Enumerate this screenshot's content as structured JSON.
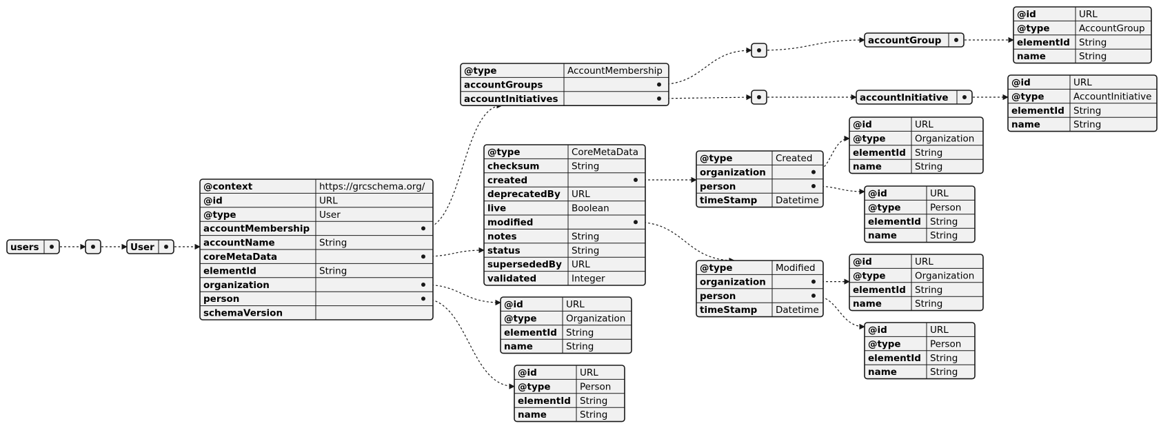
{
  "nodes": {
    "users": {
      "label": "users"
    },
    "array": {
      "label": ""
    },
    "user": {
      "label": "User"
    },
    "user_table": {
      "rows": [
        {
          "key": "@context",
          "value": "https://grcschema.org/"
        },
        {
          "key": "@id",
          "value": "URL"
        },
        {
          "key": "@type",
          "value": "User"
        },
        {
          "key": "accountMembership",
          "value": ""
        },
        {
          "key": "accountName",
          "value": "String"
        },
        {
          "key": "coreMetaData",
          "value": ""
        },
        {
          "key": "elementId",
          "value": "String"
        },
        {
          "key": "organization",
          "value": ""
        },
        {
          "key": "person",
          "value": ""
        },
        {
          "key": "schemaVersion",
          "value": ""
        }
      ]
    },
    "account_membership": {
      "rows": [
        {
          "key": "@type",
          "value": "AccountMembership"
        },
        {
          "key": "accountGroups",
          "value": ""
        },
        {
          "key": "accountInitiatives",
          "value": ""
        }
      ]
    },
    "groups_array": {
      "label": ""
    },
    "initiatives_array": {
      "label": ""
    },
    "account_group": {
      "label": "accountGroup"
    },
    "account_initiative": {
      "label": "accountInitiative"
    },
    "account_group_table": {
      "rows": [
        {
          "key": "@id",
          "value": "URL"
        },
        {
          "key": "@type",
          "value": "AccountGroup"
        },
        {
          "key": "elementId",
          "value": "String"
        },
        {
          "key": "name",
          "value": "String"
        }
      ]
    },
    "account_initiative_table": {
      "rows": [
        {
          "key": "@id",
          "value": "URL"
        },
        {
          "key": "@type",
          "value": "AccountInitiative"
        },
        {
          "key": "elementId",
          "value": "String"
        },
        {
          "key": "name",
          "value": "String"
        }
      ]
    },
    "core_meta": {
      "rows": [
        {
          "key": "@type",
          "value": "CoreMetaData"
        },
        {
          "key": "checksum",
          "value": "String"
        },
        {
          "key": "created",
          "value": ""
        },
        {
          "key": "deprecatedBy",
          "value": "URL"
        },
        {
          "key": "live",
          "value": "Boolean"
        },
        {
          "key": "modified",
          "value": ""
        },
        {
          "key": "notes",
          "value": "String"
        },
        {
          "key": "status",
          "value": "String"
        },
        {
          "key": "supersededBy",
          "value": "URL"
        },
        {
          "key": "validated",
          "value": "Integer"
        }
      ]
    },
    "created": {
      "rows": [
        {
          "key": "@type",
          "value": "Created"
        },
        {
          "key": "organization",
          "value": ""
        },
        {
          "key": "person",
          "value": ""
        },
        {
          "key": "timeStamp",
          "value": "Datetime"
        }
      ]
    },
    "modified": {
      "rows": [
        {
          "key": "@type",
          "value": "Modified"
        },
        {
          "key": "organization",
          "value": ""
        },
        {
          "key": "person",
          "value": ""
        },
        {
          "key": "timeStamp",
          "value": "Datetime"
        }
      ]
    },
    "created_org": {
      "rows": [
        {
          "key": "@id",
          "value": "URL"
        },
        {
          "key": "@type",
          "value": "Organization"
        },
        {
          "key": "elementId",
          "value": "String"
        },
        {
          "key": "name",
          "value": "String"
        }
      ]
    },
    "created_person": {
      "rows": [
        {
          "key": "@id",
          "value": "URL"
        },
        {
          "key": "@type",
          "value": "Person"
        },
        {
          "key": "elementId",
          "value": "String"
        },
        {
          "key": "name",
          "value": "String"
        }
      ]
    },
    "modified_org": {
      "rows": [
        {
          "key": "@id",
          "value": "URL"
        },
        {
          "key": "@type",
          "value": "Organization"
        },
        {
          "key": "elementId",
          "value": "String"
        },
        {
          "key": "name",
          "value": "String"
        }
      ]
    },
    "modified_person": {
      "rows": [
        {
          "key": "@id",
          "value": "URL"
        },
        {
          "key": "@type",
          "value": "Person"
        },
        {
          "key": "elementId",
          "value": "String"
        },
        {
          "key": "name",
          "value": "String"
        }
      ]
    },
    "user_org": {
      "rows": [
        {
          "key": "@id",
          "value": "URL"
        },
        {
          "key": "@type",
          "value": "Organization"
        },
        {
          "key": "elementId",
          "value": "String"
        },
        {
          "key": "name",
          "value": "String"
        }
      ]
    },
    "user_person": {
      "rows": [
        {
          "key": "@id",
          "value": "URL"
        },
        {
          "key": "@type",
          "value": "Person"
        },
        {
          "key": "elementId",
          "value": "String"
        },
        {
          "key": "name",
          "value": "String"
        }
      ]
    }
  },
  "colors": {
    "table_fill": "#f1f1f1",
    "stroke": "#181818",
    "background": "#ffffff"
  }
}
